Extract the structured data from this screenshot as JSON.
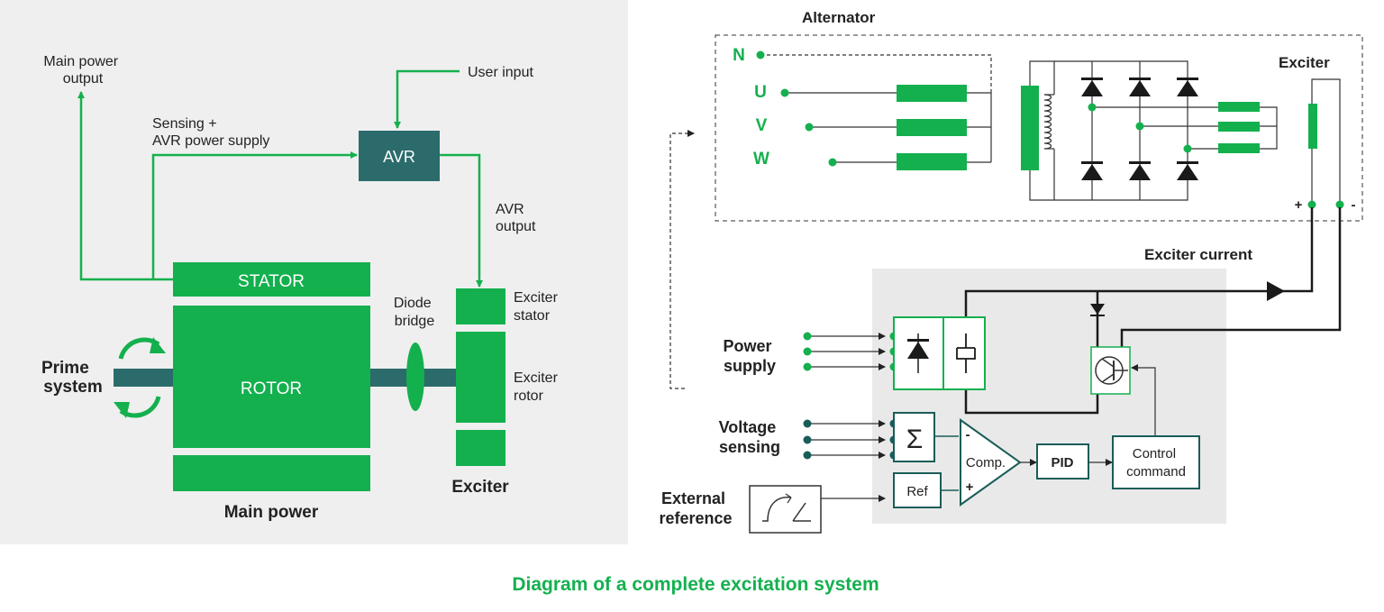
{
  "caption": "Diagram of a complete excitation system",
  "colors": {
    "green": "#14b04e",
    "dark_teal": "#2b6b6b",
    "panel_grey": "#efefef",
    "box_teal": "#1a5d58"
  },
  "left": {
    "main_power_output": [
      "Main power",
      "output"
    ],
    "user_input": "User input",
    "sensing": [
      "Sensing +",
      "AVR power supply"
    ],
    "avr": "AVR",
    "avr_output": [
      "AVR",
      "output"
    ],
    "stator": "STATOR",
    "rotor": "ROTOR",
    "prime_system": [
      "Prime",
      "system"
    ],
    "diode_bridge": [
      "Diode",
      "bridge"
    ],
    "exciter_stator": [
      "Exciter",
      "stator"
    ],
    "exciter_rotor": [
      "Exciter",
      "rotor"
    ],
    "exciter": "Exciter",
    "main_power": "Main power"
  },
  "right": {
    "alternator": "Alternator",
    "phases": [
      "N",
      "U",
      "V",
      "W"
    ],
    "exciter": "Exciter",
    "plus": "+",
    "minus": "-",
    "exciter_current": "Exciter current",
    "power_supply": [
      "Power",
      "supply"
    ],
    "voltage_sensing": [
      "Voltage",
      "sensing"
    ],
    "external_reference": [
      "External",
      "reference"
    ],
    "sigma": "Σ",
    "ref": "Ref",
    "comp": "Comp.",
    "comp_minus": "-",
    "comp_plus": "+",
    "pid": "PID",
    "control_command": [
      "Control",
      "command"
    ]
  }
}
